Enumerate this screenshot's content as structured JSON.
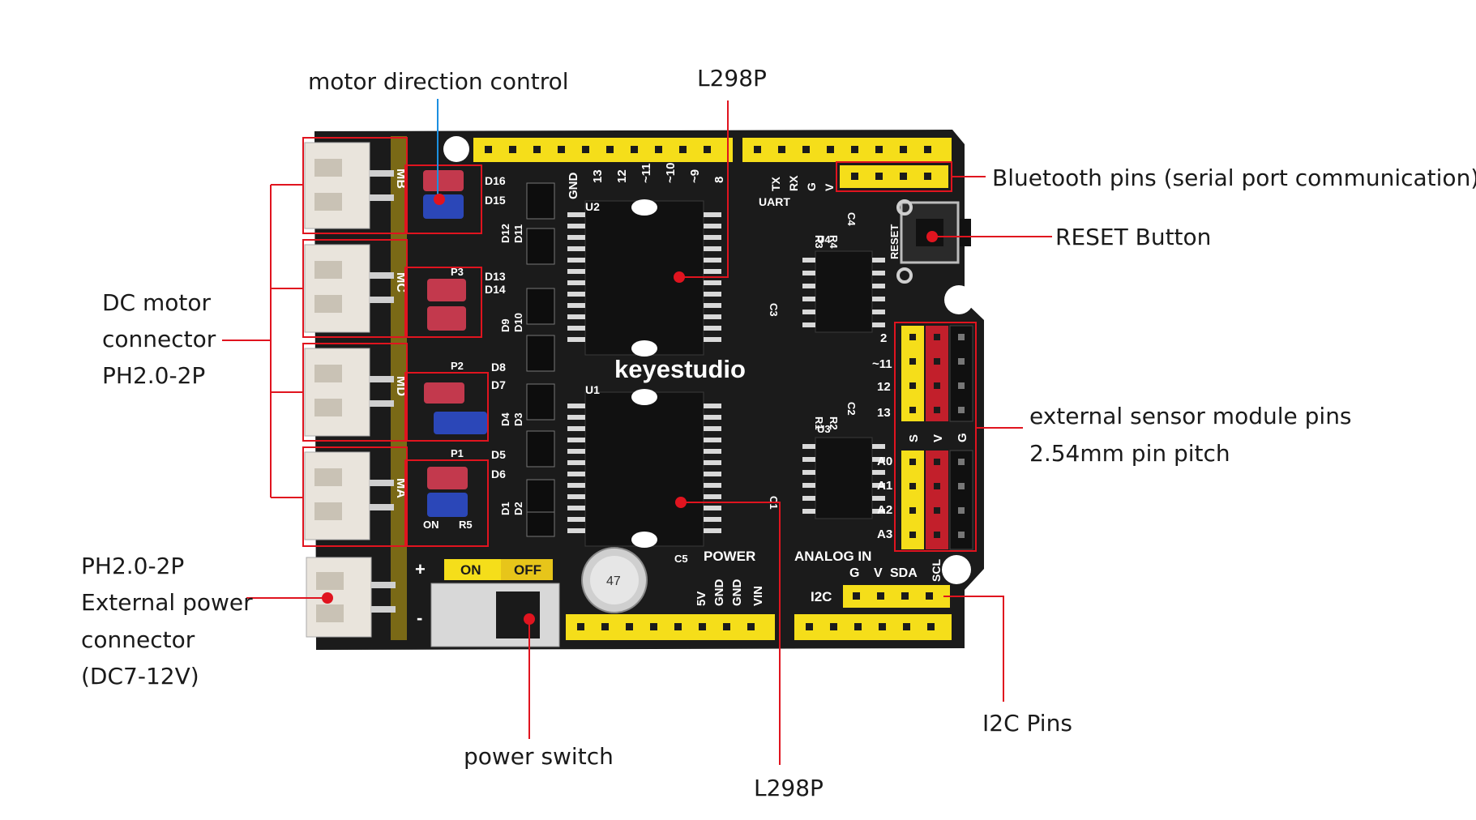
{
  "callouts": {
    "motor_direction": "motor direction control",
    "l298p_top": "L298P",
    "l298p_bottom": "L298P",
    "bluetooth": "Bluetooth pins (serial port communication)",
    "reset": "RESET Button",
    "dc_motor": [
      "DC motor",
      "connector",
      "PH2.0-2P"
    ],
    "sensor": [
      "external sensor module pins",
      "2.54mm pin pitch"
    ],
    "power_connector": [
      "PH2.0-2P",
      "External power",
      "connector",
      "(DC7-12V)"
    ],
    "power_switch": "power switch",
    "i2c": "I2C Pins"
  },
  "board": {
    "brand": "keyestudio",
    "pin_labels_top": [
      "GND",
      "13",
      "12",
      "~11",
      "~10",
      "~9",
      "8"
    ],
    "serial_labels": [
      "TX",
      "RX",
      "G",
      "V"
    ],
    "uart": "UART",
    "reset_silk": "RESET",
    "chip_u1": "U1",
    "chip_u2": "U2",
    "power_silk": "POWER",
    "analog_in": "ANALOG IN",
    "i2c_silk": "I2C",
    "i2c_pins": [
      "G",
      "V",
      "SDA",
      "SCL"
    ],
    "power_pins": [
      "5V",
      "GND",
      "GND",
      "VIN"
    ],
    "switch_on": "ON",
    "switch_off": "OFF",
    "plus": "+",
    "minus": "-",
    "sensor_rows": [
      "2",
      "~11",
      "12",
      "13",
      "A0",
      "A1",
      "A2",
      "A3"
    ],
    "sensor_cols": [
      "S",
      "V",
      "G"
    ],
    "jumpers": [
      "P3",
      "P2",
      "P1"
    ],
    "diodes": [
      "D16",
      "D15",
      "D13",
      "D14",
      "D8",
      "D7",
      "D5",
      "D6"
    ],
    "diodes_vertical": [
      "D12",
      "D11",
      "D9",
      "D10",
      "D4",
      "D3",
      "D1",
      "D2"
    ],
    "motor_marks": [
      "MB",
      "MC",
      "MD",
      "MA"
    ],
    "resistors": [
      "R4",
      "R3",
      "R2",
      "R1",
      "R5"
    ],
    "caps": [
      "C4",
      "C3",
      "C2",
      "C1",
      "C5"
    ],
    "u_marks": [
      "U4",
      "U3"
    ],
    "on_led": "ON",
    "cap_text": "47"
  },
  "colors": {
    "board": "#1b1b1b",
    "header": "#f5de1a",
    "callout_line": "#e0141f",
    "jumper_red": "#c3394d",
    "jumper_blue": "#2b47b8"
  }
}
